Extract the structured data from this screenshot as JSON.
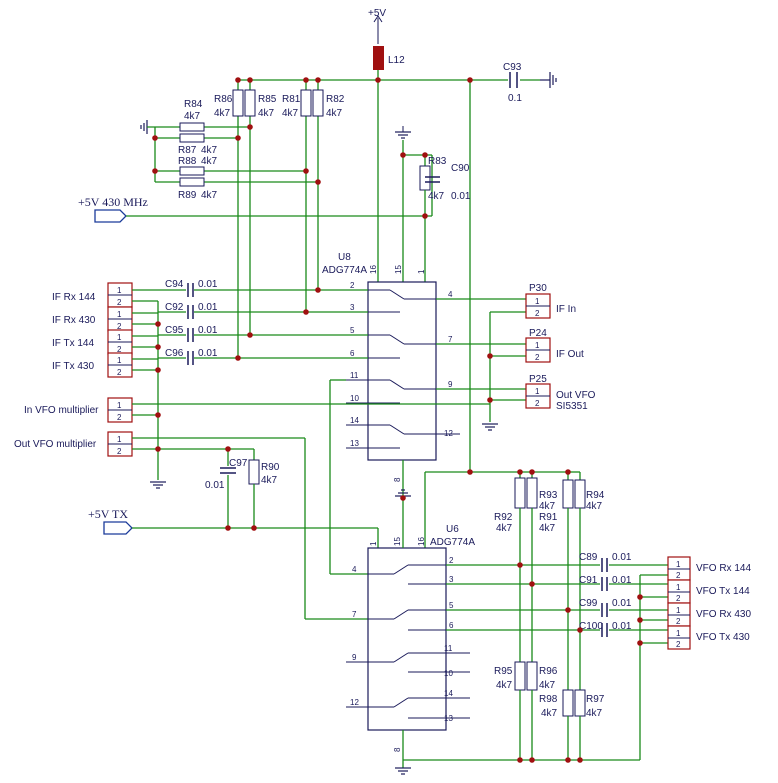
{
  "power": {
    "vcc": "+5V",
    "l12": "L12",
    "c93": "C93",
    "c93_val": "0.1"
  },
  "nets": {
    "p430": "+5V 430 MHz",
    "ptx": "+5V TX"
  },
  "u8": {
    "ref": "U8",
    "part": "ADG774A"
  },
  "u6": {
    "ref": "U6",
    "part": "ADG774A"
  },
  "resistors": [
    {
      "ref": "R84",
      "val": "4k7"
    },
    {
      "ref": "R87",
      "val": "4k7"
    },
    {
      "ref": "R88",
      "val": "4k7"
    },
    {
      "ref": "R89",
      "val": "4k7"
    },
    {
      "ref": "R86",
      "val": "4k7"
    },
    {
      "ref": "R85",
      "val": "4k7"
    },
    {
      "ref": "R81",
      "val": "4k7"
    },
    {
      "ref": "R82",
      "val": "4k7"
    },
    {
      "ref": "R83",
      "val": "4k7"
    },
    {
      "ref": "R90",
      "val": "4k7"
    },
    {
      "ref": "R92",
      "val": "4k7"
    },
    {
      "ref": "R93",
      "val": "4k7"
    },
    {
      "ref": "R91",
      "val": "4k7"
    },
    {
      "ref": "R94",
      "val": "4k7"
    },
    {
      "ref": "R95",
      "val": "4k7"
    },
    {
      "ref": "R96",
      "val": "4k7"
    },
    {
      "ref": "R98",
      "val": "4k7"
    },
    {
      "ref": "R97",
      "val": "4k7"
    }
  ],
  "caps": [
    {
      "ref": "C90",
      "val": "0.01"
    },
    {
      "ref": "C94",
      "val": "0.01"
    },
    {
      "ref": "C92",
      "val": "0.01"
    },
    {
      "ref": "C95",
      "val": "0.01"
    },
    {
      "ref": "C96",
      "val": "0.01"
    },
    {
      "ref": "C97",
      "val": "0.01"
    },
    {
      "ref": "C89",
      "val": "0.01"
    },
    {
      "ref": "C91",
      "val": "0.01"
    },
    {
      "ref": "C99",
      "val": "0.01"
    },
    {
      "ref": "C100",
      "val": "0.01"
    }
  ],
  "left_labels": [
    "IF Rx 144",
    "IF Rx 430",
    "IF Tx 144",
    "IF Tx 430",
    "In VFO multiplier",
    "Out VFO multiplier"
  ],
  "right_connectors": [
    {
      "ref": "P30",
      "label": "IF In"
    },
    {
      "ref": "P24",
      "label": "IF Out"
    },
    {
      "ref": "P25",
      "label": "Out VFO",
      "sub": "SI5351"
    }
  ],
  "vfo_labels": [
    "VFO Rx 144",
    "VFO Tx 144",
    "VFO Rx 430",
    "VFO Tx 430"
  ],
  "pins": {
    "u8_top": [
      "16",
      "15",
      "1"
    ],
    "u8_left": [
      "2",
      "3",
      "5",
      "6",
      "11",
      "10",
      "14",
      "13"
    ],
    "u8_right": [
      "4",
      "7",
      "9",
      "12"
    ],
    "u8_bottom": "8",
    "u6_top": [
      "1",
      "15",
      "16"
    ],
    "u6_left": [
      "4",
      "7",
      "9",
      "12"
    ],
    "u6_right": [
      "2",
      "3",
      "5",
      "6",
      "11",
      "10",
      "14",
      "13"
    ],
    "u6_bottom": "8",
    "conn": [
      "1",
      "2"
    ]
  }
}
